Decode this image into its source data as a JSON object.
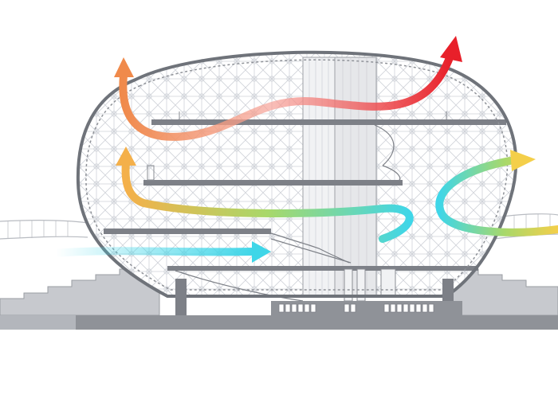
{
  "diagram": {
    "kind": "building-section-airflow",
    "labels": [],
    "colors": {
      "background": "#ffffff",
      "structure": "#7d8087",
      "structure_dark": "#6f737a",
      "lattice": "#c9ccd3",
      "ground_fill": "#c7c9ce",
      "ground_dark": "#9a9da3",
      "flow_cool": "#3fd6e8",
      "flow_green": "#a8d86a",
      "flow_yellow": "#f4cf4a",
      "flow_orange": "#f08a4b",
      "flow_red": "#e8202a"
    },
    "airflows": [
      {
        "name": "cool-intake-lower-left",
        "from": "cyan",
        "to": "cyan"
      },
      {
        "name": "cool-intake-right",
        "from": "cyan",
        "to": "yellow"
      },
      {
        "name": "rising-warm-flow-mid",
        "from": "cyan",
        "to": "orange"
      },
      {
        "name": "exhaust-flow-top",
        "from": "orange",
        "to": "red"
      }
    ]
  }
}
